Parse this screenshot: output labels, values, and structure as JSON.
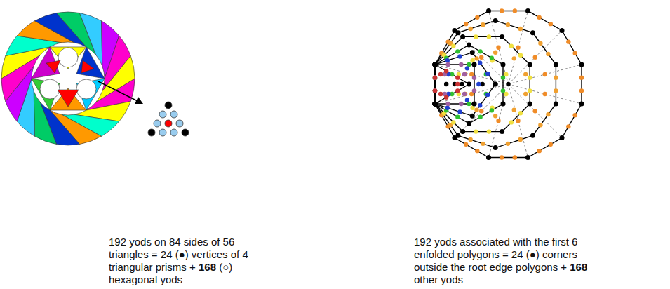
{
  "diagram": {
    "labels": [
      "192 yods on 84 sides of 56 triangles = 24 (●) vertices of 4 triangular prisms +",
      "168",
      "(○) hexagonal yods",
      "192 yods associated with the first 6 enfolded polygons = 24 (●) corners outside the root edge polygons +",
      "168",
      "other yods"
    ]
  }
}
